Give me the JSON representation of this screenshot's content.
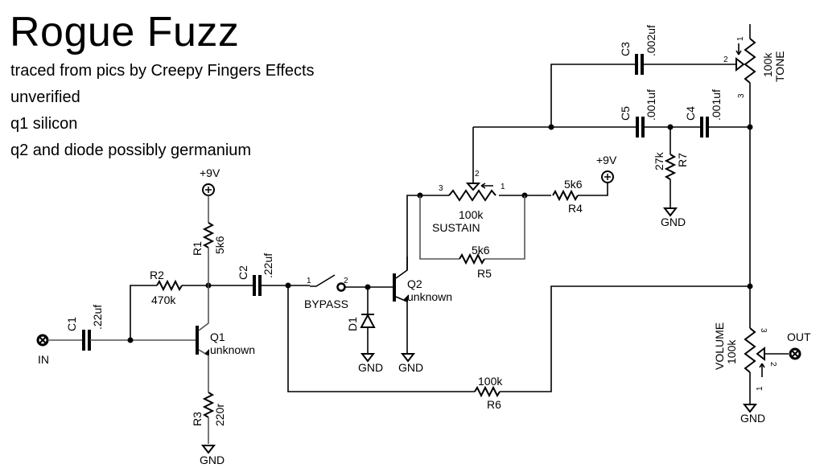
{
  "title": "Rogue Fuzz",
  "notes": [
    "traced from pics by Creepy Fingers Effects",
    "unverified",
    "q1 silicon",
    "q2 and diode possibly germanium"
  ],
  "terminals": {
    "in": "IN",
    "out": "OUT"
  },
  "supply": {
    "label": "+9V"
  },
  "ground": {
    "label": "GND"
  },
  "components": {
    "c1": {
      "ref": "C1",
      "value": ".22uf"
    },
    "c2": {
      "ref": "C2",
      "value": ".22uf"
    },
    "c3": {
      "ref": "C3",
      "value": ".002uf"
    },
    "c4": {
      "ref": "C4",
      "value": ".001uf"
    },
    "c5": {
      "ref": "C5",
      "value": ".001uf"
    },
    "r1": {
      "ref": "R1",
      "value": "5k6"
    },
    "r2": {
      "ref": "R2",
      "value": "470k"
    },
    "r3": {
      "ref": "R3",
      "value": "220r"
    },
    "r4": {
      "ref": "R4",
      "value": "5k6"
    },
    "r5": {
      "ref": "R5",
      "value": "5k6"
    },
    "r6": {
      "ref": "R6",
      "value": "100k"
    },
    "r7": {
      "ref": "R7",
      "value": "27k"
    },
    "q1": {
      "ref": "Q1",
      "value": "unknown"
    },
    "q2": {
      "ref": "Q2",
      "value": "unknown"
    },
    "d1": {
      "ref": "D1"
    },
    "bypass": {
      "ref": "BYPASS",
      "pin1": "1",
      "pin2": "2"
    },
    "sustain": {
      "name": "SUSTAIN",
      "value": "100k",
      "pin1": "1",
      "pin2": "2",
      "pin3": "3"
    },
    "tone": {
      "name": "TONE",
      "value": "100k",
      "pin1": "1",
      "pin2": "2",
      "pin3": "3"
    },
    "volume": {
      "name": "VOLUME",
      "value": "100k",
      "pin1": "1",
      "pin2": "2",
      "pin3": "3"
    }
  }
}
